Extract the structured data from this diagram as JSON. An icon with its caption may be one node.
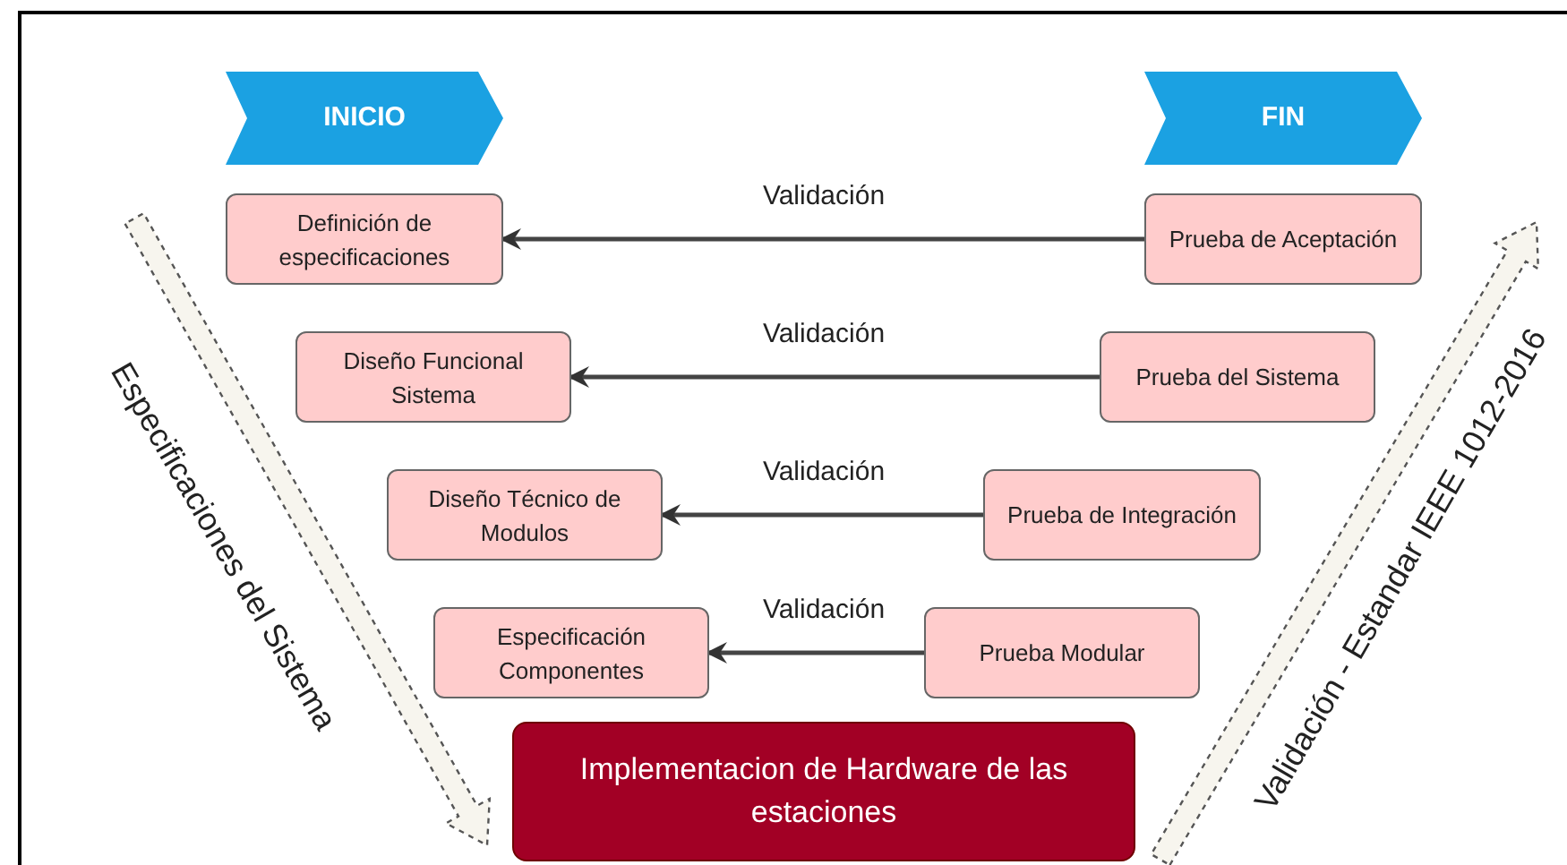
{
  "diagram": {
    "nodes": [
      {
        "text": [
          "INICIO"
        ]
      },
      {
        "text": [
          "FIN"
        ]
      },
      {
        "text": [
          "Definición de especificaciones"
        ]
      },
      {
        "text": [
          "Prueba de Aceptación"
        ]
      },
      {
        "text": [
          "Diseño Funcional Sistema"
        ]
      },
      {
        "text": [
          "Prueba del Sistema"
        ]
      },
      {
        "text": [
          "Diseño Técnico de Modulos"
        ]
      },
      {
        "text": [
          "Prueba de Integración"
        ]
      },
      {
        "text": [
          "Especificación Componentes"
        ]
      },
      {
        "text": [
          "Prueba Modular"
        ]
      },
      {
        "text": [
          "Implementacion de Hardware de las estaciones"
        ]
      }
    ],
    "edges": [
      {
        "from": 3,
        "to": 2,
        "arrow": "to",
        "label": "Validación"
      },
      {
        "from": 5,
        "to": 4,
        "arrow": "to",
        "label": "Validación"
      },
      {
        "from": 7,
        "to": 6,
        "arrow": "to",
        "label": "Validación"
      },
      {
        "from": 9,
        "to": 8,
        "arrow": "to",
        "label": "Validación"
      }
    ],
    "labels": [
      "Especificaciones del Sistema",
      "Validación - Estandar IEEE 1012-2016"
    ]
  }
}
